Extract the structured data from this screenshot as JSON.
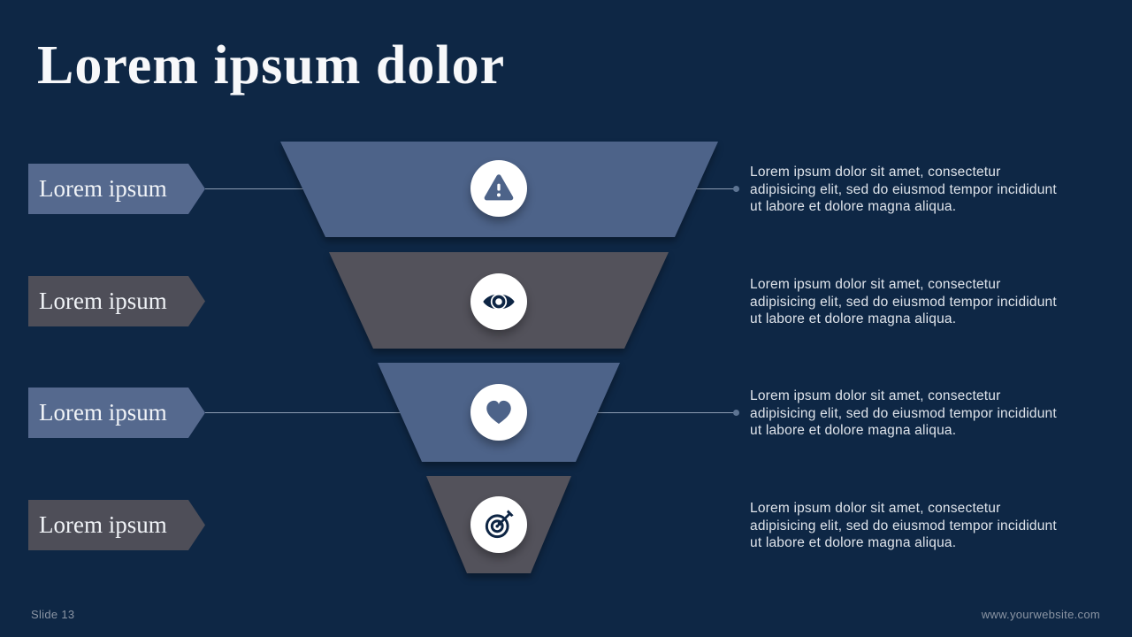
{
  "slide": {
    "title": "Lorem ipsum dolor",
    "footer": {
      "page": "Slide 13",
      "website": "www.yourwebsite.com"
    }
  },
  "funnel": {
    "levels": [
      {
        "label": "Lorem ipsum",
        "icon": "warning-icon",
        "shape_color": "#4d6389",
        "has_connector": true,
        "description_lines": [
          "Lorem ipsum dolor sit amet, consectetur",
          "adipisicing elit, sed do eiusmod tempor incididunt",
          "ut labore et dolore magna aliqua."
        ]
      },
      {
        "label": "Lorem ipsum",
        "icon": "eye-icon",
        "shape_color": "#53525b",
        "has_connector": false,
        "description_lines": [
          "Lorem ipsum dolor sit amet, consectetur",
          "adipisicing elit, sed do eiusmod tempor incididunt",
          "ut labore et dolore magna aliqua."
        ]
      },
      {
        "label": "Lorem ipsum",
        "icon": "heart-icon",
        "shape_color": "#4d6389",
        "has_connector": true,
        "description_lines": [
          "Lorem ipsum dolor sit amet, consectetur",
          "adipisicing elit, sed do eiusmod tempor incididunt",
          "ut labore et dolore magna aliqua."
        ]
      },
      {
        "label": "Lorem ipsum",
        "icon": "target-icon",
        "shape_color": "#53525b",
        "has_connector": false,
        "description_lines": [
          "Lorem ipsum dolor sit amet, consectetur",
          "adipisicing elit, sed do eiusmod tempor incididunt",
          "ut labore et dolore magna aliqua."
        ]
      }
    ]
  },
  "colors": {
    "background": "#0e2745",
    "accent_blue": "#4d6389",
    "accent_gray": "#53525b",
    "icon_navy": "#0d2544",
    "body_text": "#dfe4eb",
    "footer_text": "#8b95a4",
    "connector": "#aebcce"
  }
}
